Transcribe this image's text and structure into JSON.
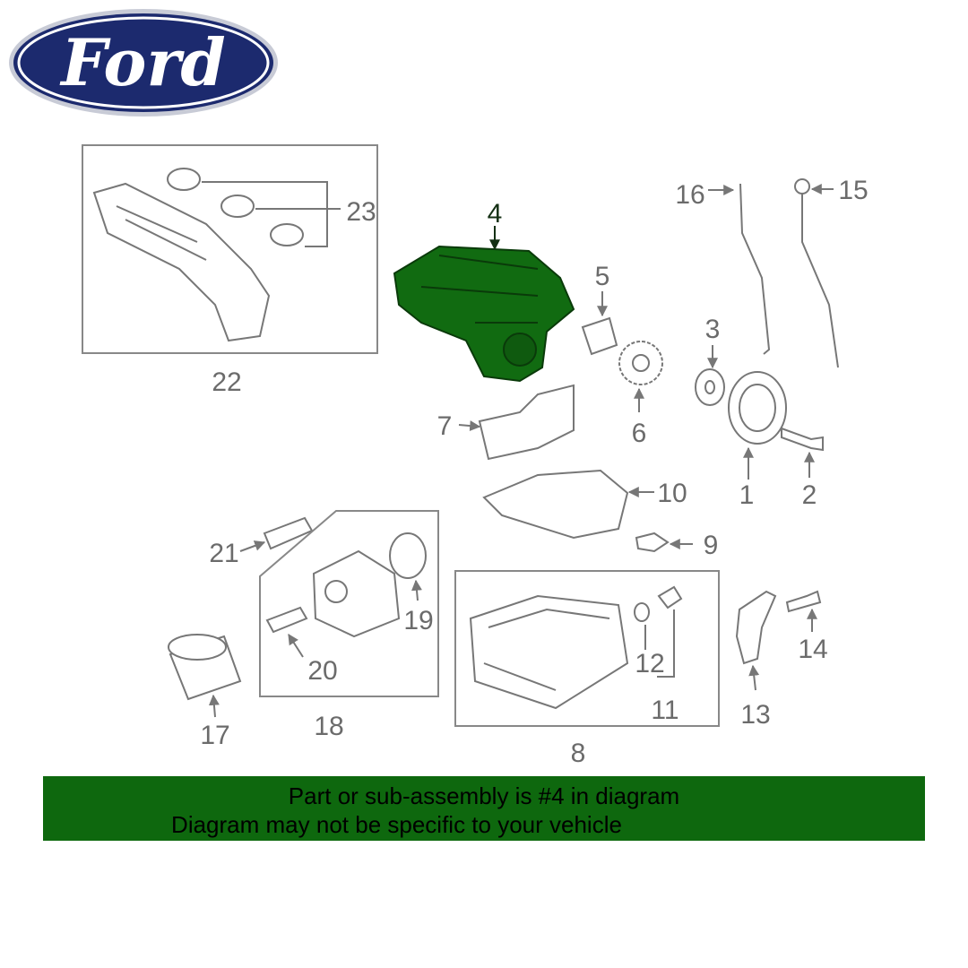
{
  "brand": {
    "logo_text": "Ford",
    "oval_color": "#1c2a6e"
  },
  "highlight_color": "#116b11",
  "banner": {
    "line1": "Part or sub-assembly is #4 in diagram",
    "line2": "Diagram may not be specific to your vehicle",
    "background": "#0e680e"
  },
  "callouts": {
    "n1": "1",
    "n2": "2",
    "n3": "3",
    "n4": "4",
    "n5": "5",
    "n6": "6",
    "n7": "7",
    "n8": "8",
    "n9": "9",
    "n10": "10",
    "n11": "11",
    "n12": "12",
    "n13": "13",
    "n14": "14",
    "n15": "15",
    "n16": "16",
    "n17": "17",
    "n18": "18",
    "n19": "19",
    "n20": "20",
    "n21": "21",
    "n22": "22",
    "n23": "23"
  }
}
